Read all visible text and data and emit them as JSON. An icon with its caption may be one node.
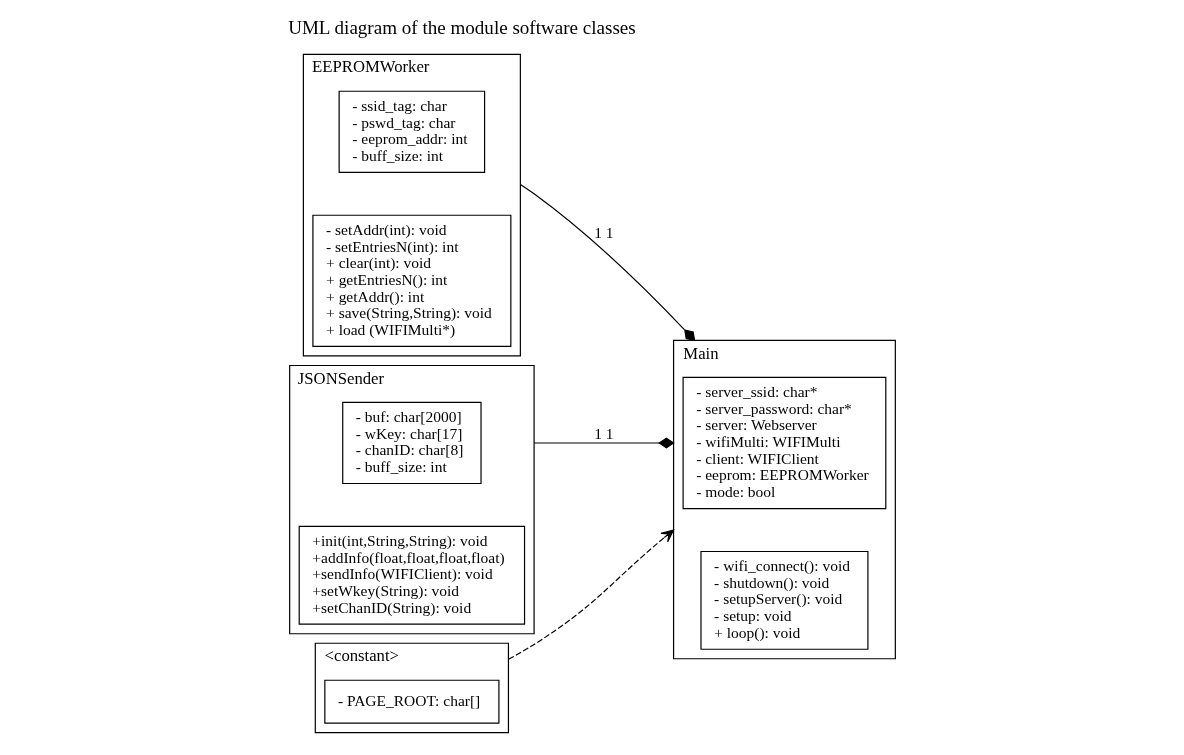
{
  "diagram": {
    "title": "UML diagram of the module software classes",
    "nodes": [
      {
        "text": [
          "EEPROMWorker"
        ]
      },
      {
        "text": [
          "- ssid_tag: char",
          "- pswd_tag: char",
          "- eeprom_addr: int",
          "- buff_size: int"
        ],
        "in": 0
      },
      {
        "text": [
          "- setAddr(int): void",
          "- setEntriesN(int): int",
          "+ clear(int): void",
          "+ getEntriesN(): int",
          "+ getAddr(): int",
          "+ save(String,String): void",
          "+ load (WIFIMulti*)"
        ],
        "in": 0
      },
      {
        "text": [
          "Main"
        ]
      },
      {
        "text": [
          "- server_ssid: char*",
          "- server_password: char*",
          "- server: Webserver",
          "- wifiMulti: WIFIMulti",
          "- client: WIFIClient",
          "- eeprom: EEPROMWorker",
          "- mode: bool"
        ],
        "in": 3
      },
      {
        "text": [
          "- wifi_connect(): void",
          "- shutdown(): void",
          "- setupServer(): void",
          "- setup: void",
          "+ loop(): void"
        ],
        "in": 3
      },
      {
        "text": [
          "JSONSender"
        ]
      },
      {
        "text": [
          "- buf: char[2000]",
          "- wKey: char[17]",
          "- chanID: char[8]",
          "- buff_size: int"
        ],
        "in": 6
      },
      {
        "text": [
          "+init(int,String,String): void",
          "+addInfo(float,float,float,float)",
          "+sendInfo(WIFIClient): void",
          "+setWkey(String): void",
          "+setChanID(String): void"
        ],
        "in": 6
      },
      {
        "text": [
          "<constant>"
        ]
      },
      {
        "text": [
          "- PAGE_ROOT: char[]"
        ],
        "in": 9
      }
    ],
    "edges": [
      {
        "from": 0,
        "to": 3,
        "arrow": "other",
        "label": "1 1"
      },
      {
        "from": 6,
        "to": 3,
        "arrow": "other",
        "label": "1 1"
      },
      {
        "from": 9,
        "to": 3,
        "arrow": "to",
        "style": "dashed"
      }
    ]
  }
}
